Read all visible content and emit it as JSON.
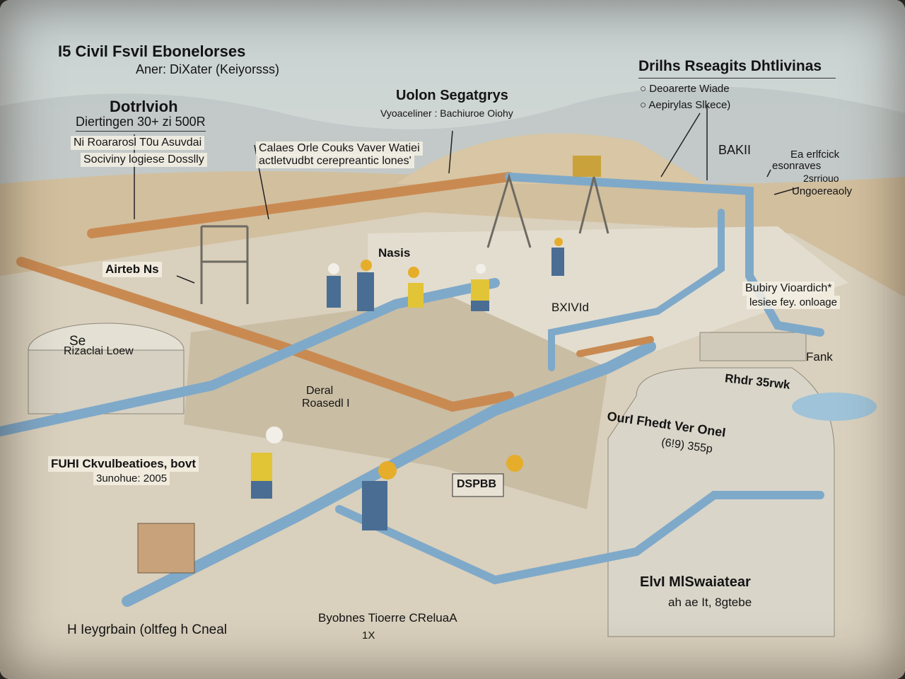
{
  "header": {
    "title": "I5 Civil Fsvil Ebonelorses",
    "subtitle": "Aner: DiXater (Keiyorsss)"
  },
  "left_block": {
    "title": "Dotrlvioh",
    "subtitle": "Diertingen 30+ zi 500R",
    "line1": "Ni Roararosl T0u Asuvdai",
    "line2": "Sociviny logiese Dosslly"
  },
  "center_block": {
    "title": "Uolon Segatgrys",
    "subtitle": "Vyoaceliner : Bachiuroe Oiohy"
  },
  "callout_top": {
    "line1": "Calaes Orle Couks Vaver Watiei",
    "line2": "actletvudbt cerepreantic lones'"
  },
  "right_block": {
    "title": "Drilhs Rseagits Dhtlivinas",
    "items": [
      "Deoarerte Wiade",
      "Aepirylas Slkece)"
    ]
  },
  "labels": {
    "baki": "BAKII",
    "right_note": [
      "Ea erlfcick",
      "esonraves",
      "2srriouo",
      "Ungoereaoly"
    ],
    "airtebns": "Airteb Ns",
    "nasis": "Nasis",
    "bxivid": "BXIVId",
    "bubiry": [
      "Bubiry Vioardich*",
      "lesiee fey. onloage"
    ],
    "tank_left": [
      "Se",
      "Rizaclai Loew"
    ],
    "fank": "Fank",
    "rhdr": "Rhdr 35rwk",
    "ourl": [
      "OurI Fhedt Ver OneI",
      "(6!9) 355p"
    ],
    "deral": [
      "Deral",
      "Roasedl I"
    ],
    "dspbb": "DSPBB",
    "fuh": [
      "FUHI Ckvulbeatioes, bovt",
      "3unohue: 2005"
    ],
    "elvi": [
      "ElvI MlSwaiatear",
      "ah ae It, 8gtebe"
    ],
    "bybines": [
      "Byobnes Tioerre CReluaA",
      "1X"
    ],
    "heygbain": "H Ieygrbain (oltfeg h Cneal"
  },
  "colors": {
    "pipe_blue": "#7fa9c9",
    "pipe_orange": "#c98a52",
    "concrete": "#d9d4c6",
    "soil": "#cbb394",
    "sky": "#e6e4d6"
  }
}
